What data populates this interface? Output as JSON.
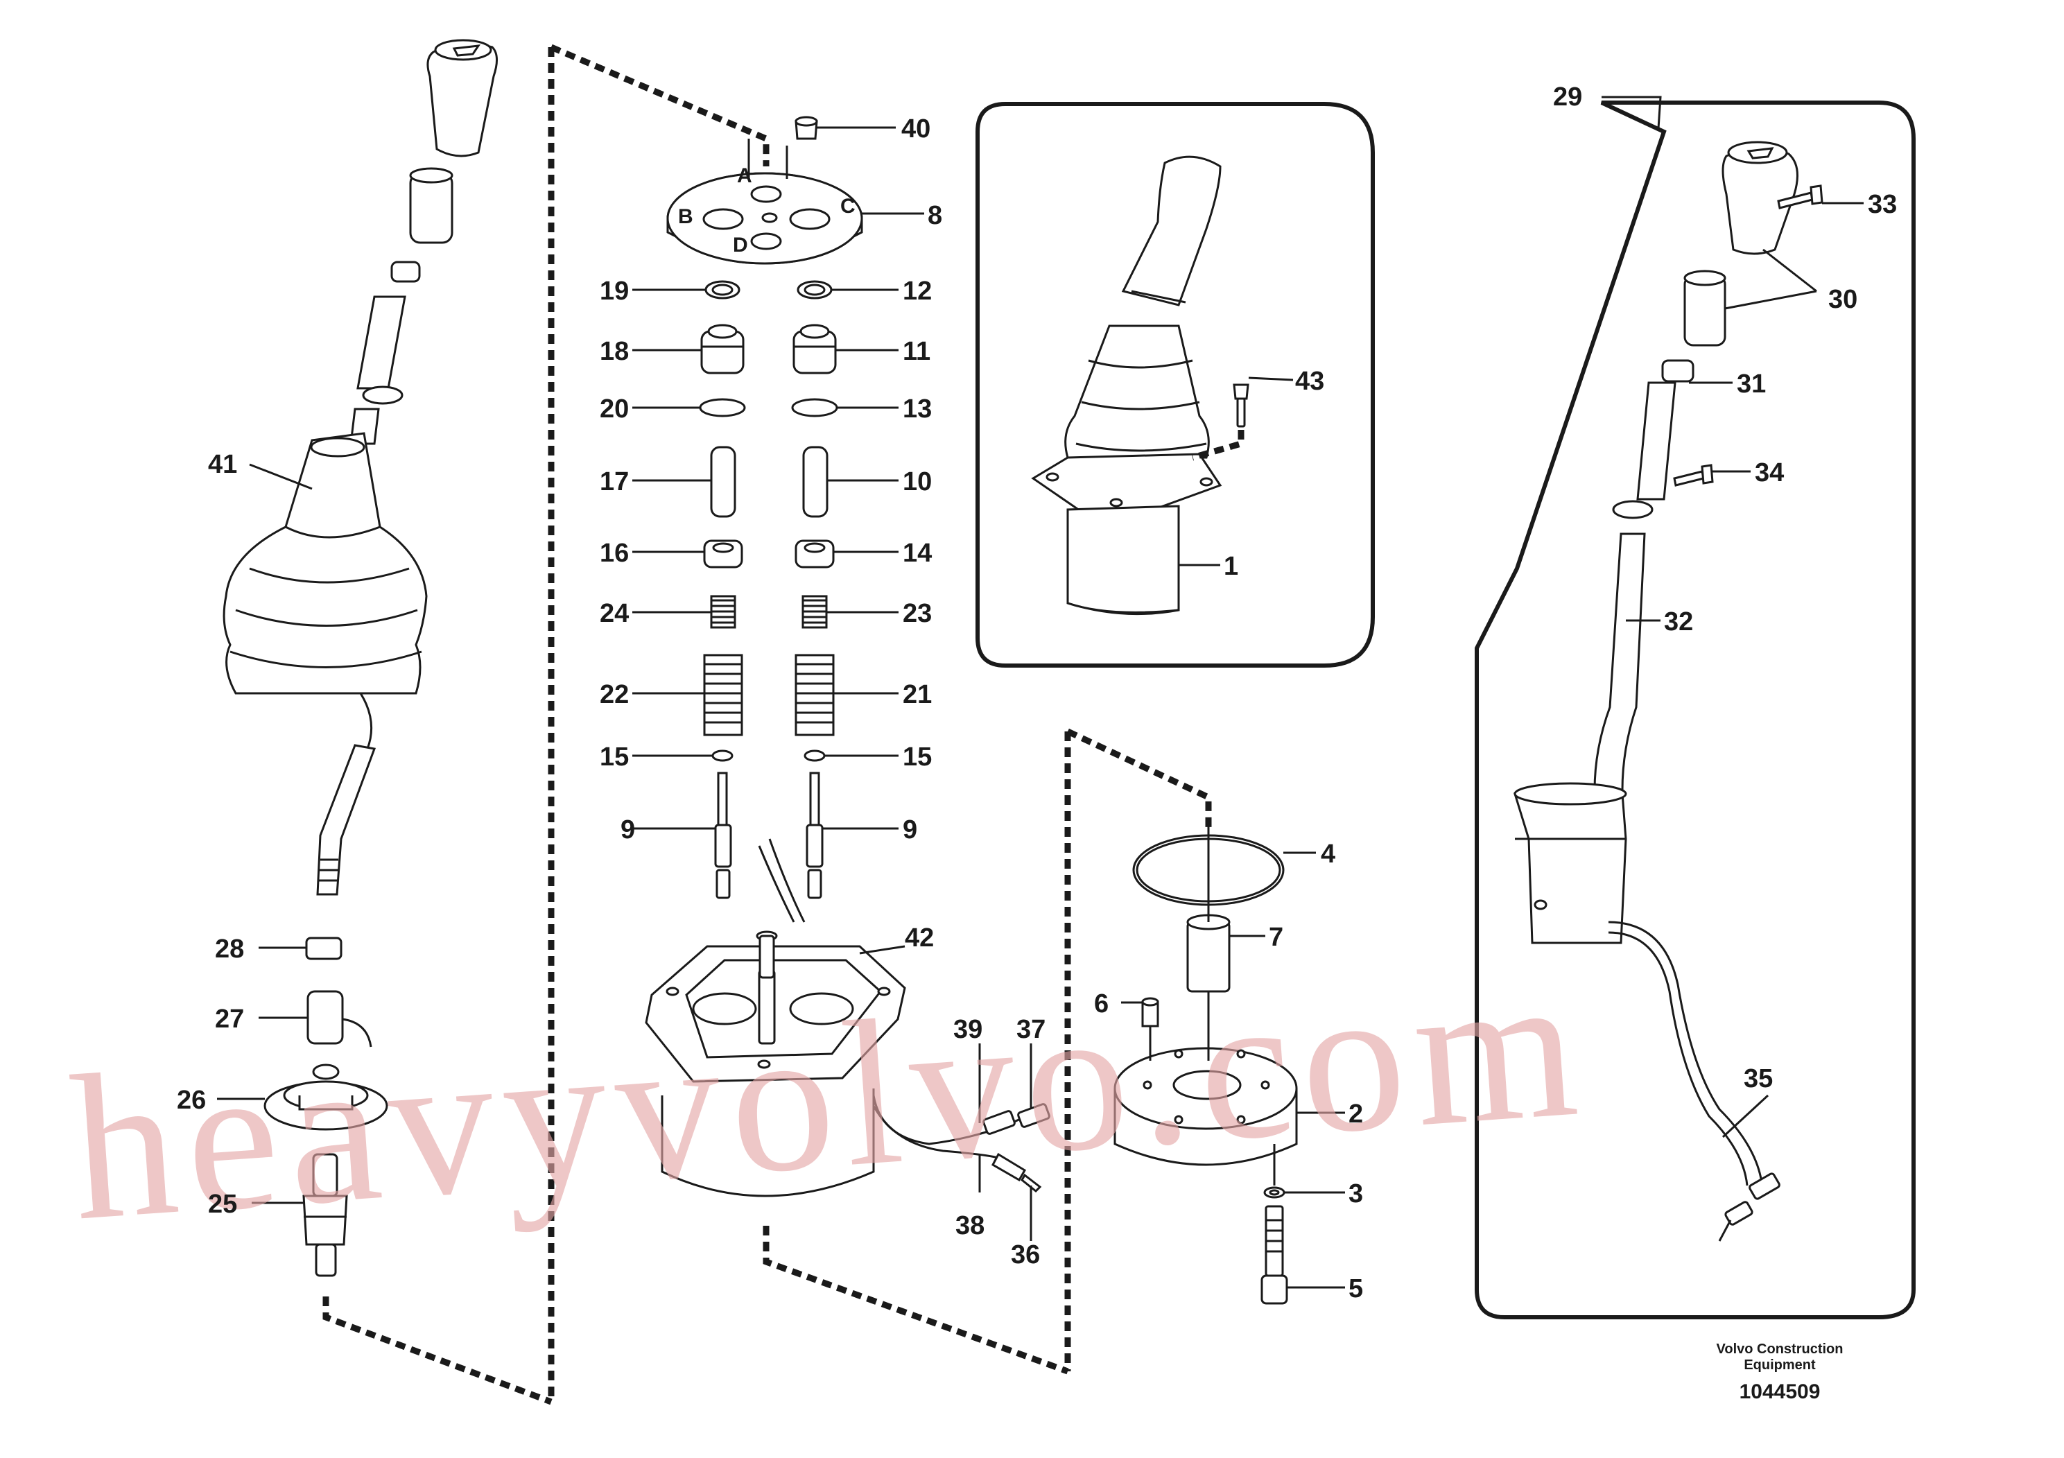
{
  "diagram": {
    "type": "exploded parts diagram",
    "part_labels": {
      "p1": "1",
      "p2": "2",
      "p3": "3",
      "p4": "4",
      "p5": "5",
      "p6": "6",
      "p7": "7",
      "p8": "8",
      "p9a": "9",
      "p9b": "9",
      "p10": "10",
      "p11": "11",
      "p12": "12",
      "p13": "13",
      "p14": "14",
      "p15a": "15",
      "p15b": "15",
      "p16": "16",
      "p17": "17",
      "p18": "18",
      "p19": "19",
      "p20": "20",
      "p21": "21",
      "p22": "22",
      "p23": "23",
      "p24": "24",
      "p25": "25",
      "p26": "26",
      "p27": "27",
      "p28": "28",
      "p29": "29",
      "p30": "30",
      "p31": "31",
      "p32": "32",
      "p33": "33",
      "p34": "34",
      "p35": "35",
      "p36": "36",
      "p37": "37",
      "p38": "38",
      "p39": "39",
      "p40": "40",
      "p41": "41",
      "p42": "42",
      "p43": "43"
    },
    "port_labels": {
      "a": "A",
      "b": "B",
      "c": "C",
      "d": "D"
    }
  },
  "watermark": "heavyvolvo.com",
  "credit": {
    "line1": "Volvo Construction",
    "line2": "Equipment"
  },
  "document_number": "1044509",
  "colors": {
    "line": "#1a1a1a",
    "watermark": "#e4a6a6",
    "background": "#ffffff"
  }
}
